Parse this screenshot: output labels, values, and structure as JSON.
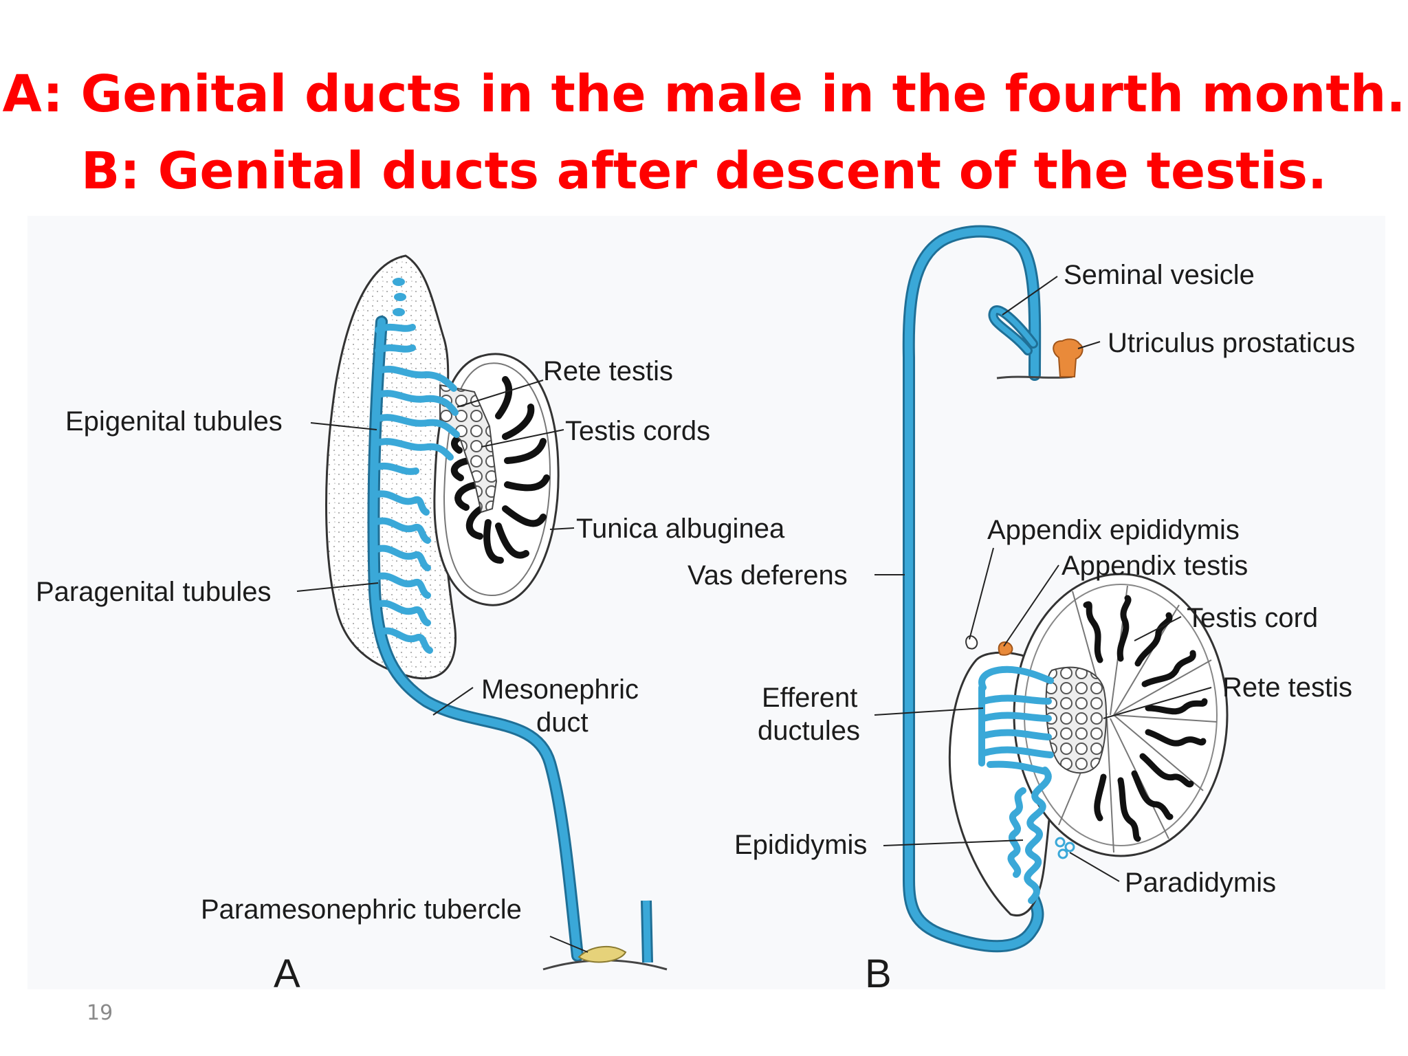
{
  "slide": {
    "title_line_a": "A: Genital ducts in the male in the fourth month.",
    "title_line_b": "B: Genital ducts after descent of the testis.",
    "page_number": "19"
  },
  "diagram": {
    "panel_a": {
      "letter": "A",
      "labels": {
        "rete_testis": "Rete testis",
        "epigenital_tubules": "Epigenital tubules",
        "testis_cords": "Testis cords",
        "tunica_albuginea": "Tunica albuginea",
        "paragenital_tubules": "Paragenital tubules",
        "mesonephric_duct_1": "Mesonephric",
        "mesonephric_duct_2": "duct",
        "paramesonephric_tubercle": "Paramesonephric tubercle"
      }
    },
    "panel_b": {
      "letter": "B",
      "labels": {
        "seminal_vesicle": "Seminal vesicle",
        "utriculus_prostaticus": "Utriculus prostaticus",
        "appendix_epididymis": "Appendix epididymis",
        "appendix_testis": "Appendix testis",
        "vas_deferens": "Vas deferens",
        "testis_cord": "Testis cord",
        "rete_testis": "Rete testis",
        "efferent_ductules_1": "Efferent",
        "efferent_ductules_2": "ductules",
        "epididymis": "Epididymis",
        "paradidymis": "Paradidymis"
      }
    },
    "colors": {
      "duct": "#3aa8d8",
      "duct_outline": "#1f6f96",
      "appendix": "#e98a3a",
      "tubercle": "#e6d27a",
      "cords": "#111111",
      "title": "#ff0000"
    }
  }
}
